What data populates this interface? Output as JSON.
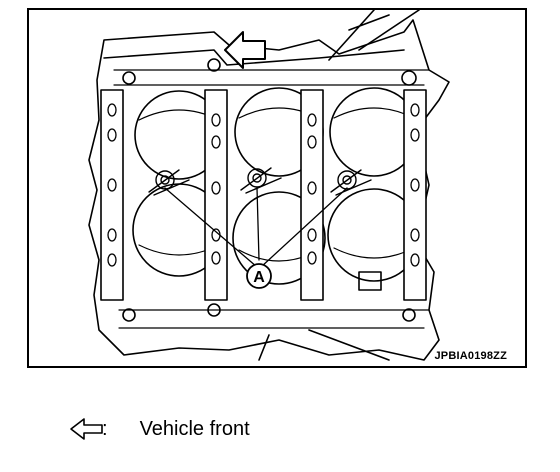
{
  "figure": {
    "callout_label": "A",
    "figure_id": "JPBIA0198ZZ"
  },
  "legend": {
    "arrow_icon": "hollow-left-arrow-icon",
    "colon": ":",
    "text": "Vehicle front"
  }
}
